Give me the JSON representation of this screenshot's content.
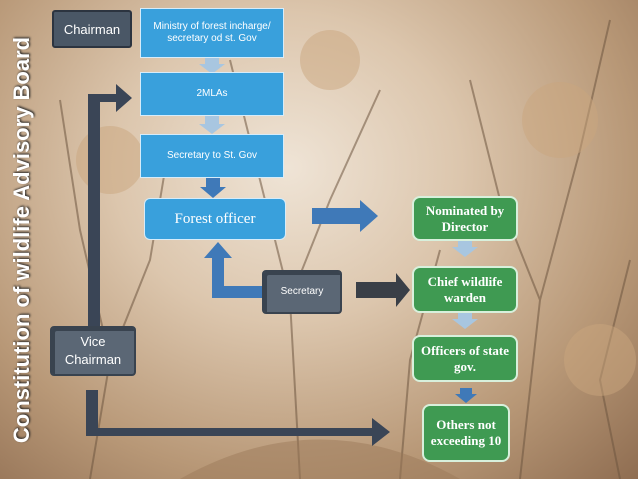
{
  "slide": {
    "vertical_title": "Constitution of wildlife Advisory Board",
    "nodes": {
      "chairman": "Chairman",
      "ministry": "Ministry of forest incharge/ secretary od st. Gov",
      "mlas": "2MLAs",
      "secretary_st_gov": "Secretary to St. Gov",
      "forest_officer": "Forest officer",
      "secretary": "Secretary",
      "vice_chairman": "Vice Chairman",
      "nominated": "Nominated by Director",
      "chief_warden": "Chief wildlife warden",
      "officers": "Officers of state gov.",
      "others": "Others not exceeding 10"
    }
  }
}
